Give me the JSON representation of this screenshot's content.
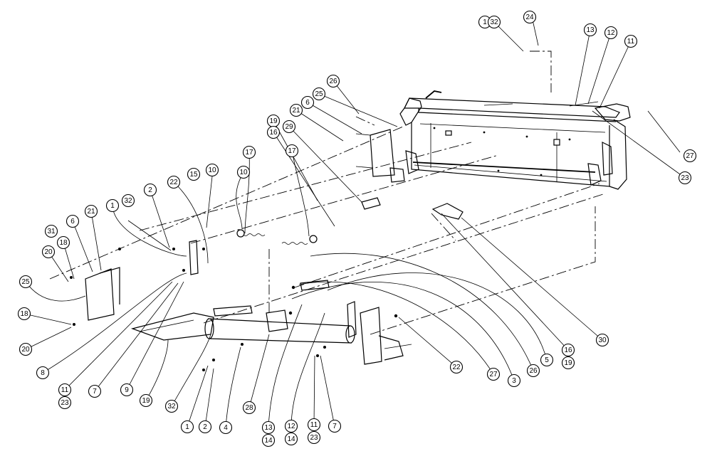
{
  "callouts": [
    {
      "id": "c-1-top",
      "label": "1"
    },
    {
      "id": "c-32-top",
      "label": "32"
    },
    {
      "id": "c-24",
      "label": "24"
    },
    {
      "id": "c-13-top",
      "label": "13"
    },
    {
      "id": "c-12-top",
      "label": "12"
    },
    {
      "id": "c-11-top",
      "label": "11"
    },
    {
      "id": "c-27-right",
      "label": "27"
    },
    {
      "id": "c-23-right",
      "label": "23"
    },
    {
      "id": "c-26-top",
      "label": "26"
    },
    {
      "id": "c-25-top",
      "label": "25"
    },
    {
      "id": "c-6-top",
      "label": "6"
    },
    {
      "id": "c-21-top",
      "label": "21"
    },
    {
      "id": "c-29",
      "label": "29"
    },
    {
      "id": "c-19-top",
      "label": "19"
    },
    {
      "id": "c-16-top",
      "label": "16"
    },
    {
      "id": "c-10-a",
      "label": "10"
    },
    {
      "id": "c-17-a",
      "label": "17"
    },
    {
      "id": "c-17-b",
      "label": "17"
    },
    {
      "id": "c-10-b",
      "label": "10"
    },
    {
      "id": "c-15",
      "label": "15"
    },
    {
      "id": "c-22-top",
      "label": "22"
    },
    {
      "id": "c-2-top",
      "label": "2"
    },
    {
      "id": "c-32-mid",
      "label": "32"
    },
    {
      "id": "c-1-mid",
      "label": "1"
    },
    {
      "id": "c-21-left",
      "label": "21"
    },
    {
      "id": "c-6-left",
      "label": "6"
    },
    {
      "id": "c-31",
      "label": "31"
    },
    {
      "id": "c-18-a",
      "label": "18"
    },
    {
      "id": "c-20-a",
      "label": "20"
    },
    {
      "id": "c-25-left",
      "label": "25"
    },
    {
      "id": "c-18-b",
      "label": "18"
    },
    {
      "id": "c-20-b",
      "label": "20"
    },
    {
      "id": "c-8",
      "label": "8"
    },
    {
      "id": "c-11-left",
      "label": "11"
    },
    {
      "id": "c-23-left",
      "label": "23"
    },
    {
      "id": "c-7-left",
      "label": "7"
    },
    {
      "id": "c-9",
      "label": "9"
    },
    {
      "id": "c-19-bot",
      "label": "19"
    },
    {
      "id": "c-32-bot",
      "label": "32"
    },
    {
      "id": "c-1-bot",
      "label": "1"
    },
    {
      "id": "c-2-bot",
      "label": "2"
    },
    {
      "id": "c-4",
      "label": "4"
    },
    {
      "id": "c-28",
      "label": "28"
    },
    {
      "id": "c-13-bot",
      "label": "13"
    },
    {
      "id": "c-14-a",
      "label": "14"
    },
    {
      "id": "c-12-bot",
      "label": "12"
    },
    {
      "id": "c-14-b",
      "label": "14"
    },
    {
      "id": "c-11-bot",
      "label": "11"
    },
    {
      "id": "c-23-bot",
      "label": "23"
    },
    {
      "id": "c-7-bot",
      "label": "7"
    },
    {
      "id": "c-22-bot",
      "label": "22"
    },
    {
      "id": "c-27-bot",
      "label": "27"
    },
    {
      "id": "c-3",
      "label": "3"
    },
    {
      "id": "c-26-bot",
      "label": "26"
    },
    {
      "id": "c-5",
      "label": "5"
    },
    {
      "id": "c-16-bot",
      "label": "16"
    },
    {
      "id": "c-19-bot2",
      "label": "19"
    },
    {
      "id": "c-30",
      "label": "30"
    }
  ]
}
